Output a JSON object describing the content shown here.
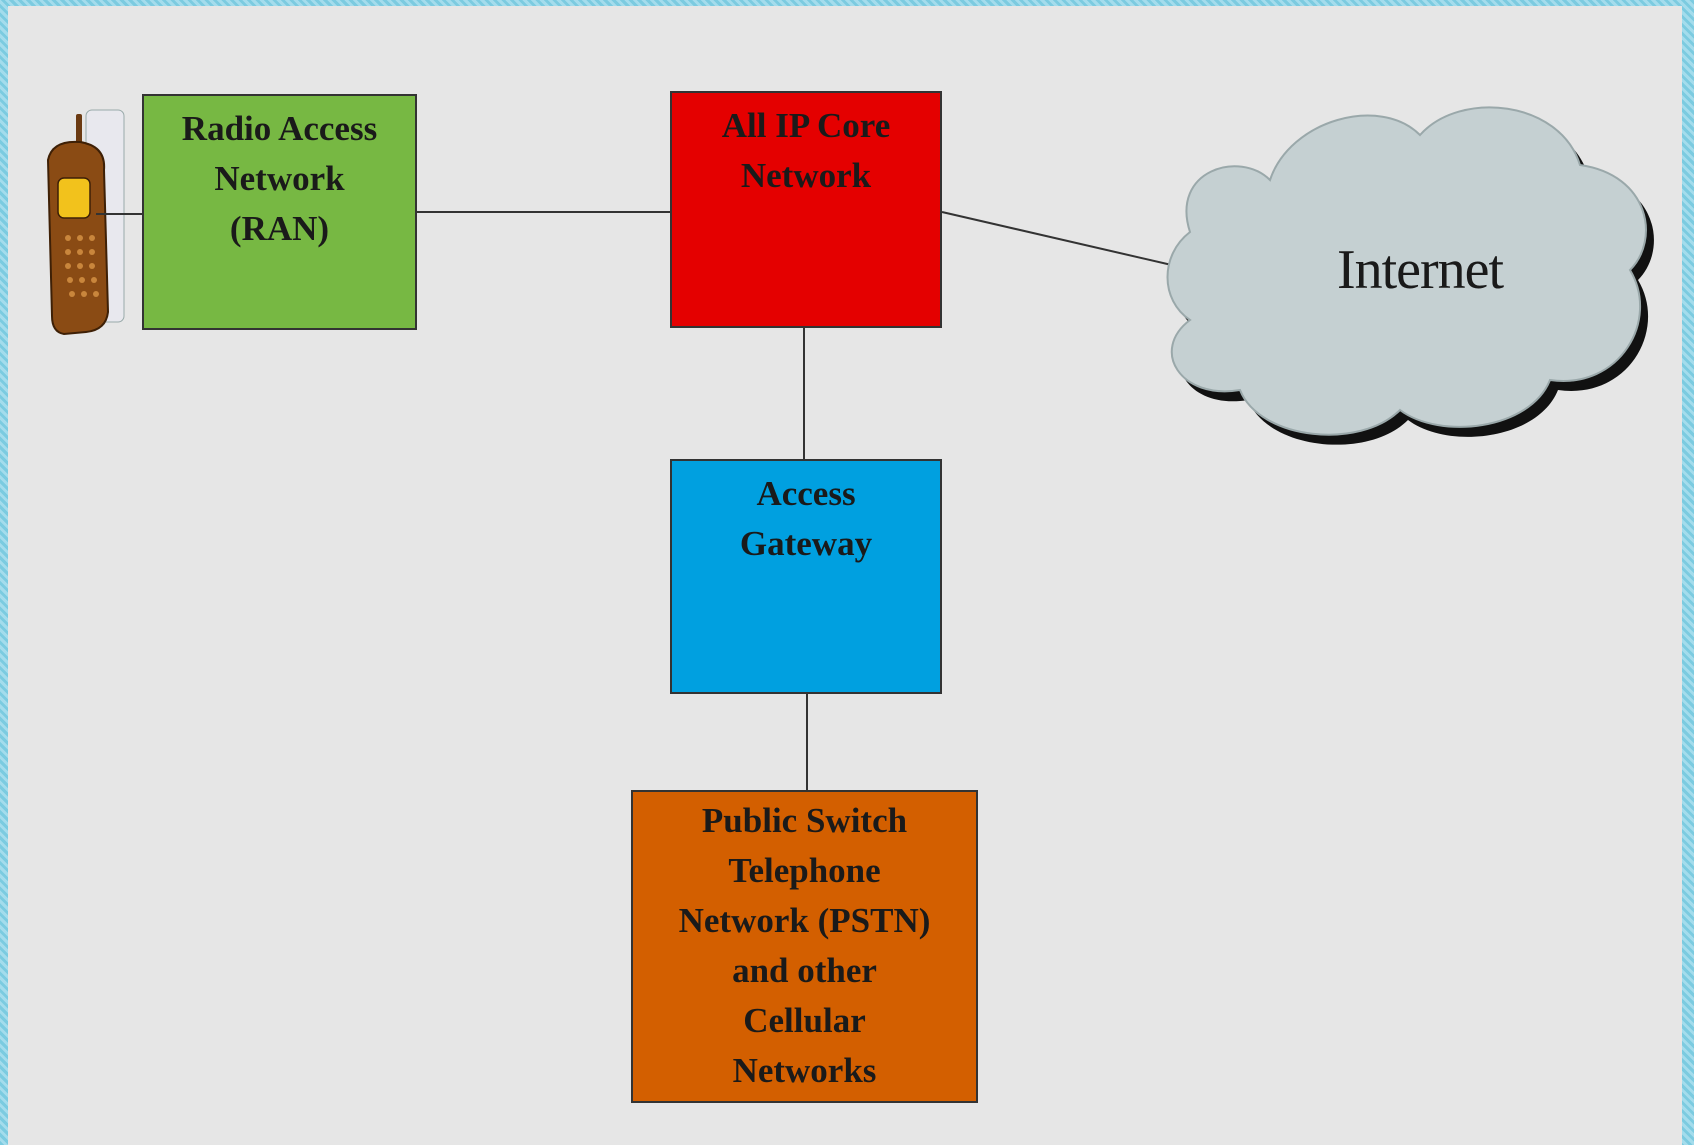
{
  "nodes": {
    "ran": {
      "label": "Radio Access\nNetwork\n(RAN)",
      "color": "#77b843"
    },
    "core": {
      "label": "All IP Core\nNetwork",
      "color": "#e40000"
    },
    "gateway": {
      "label": "Access\nGateway",
      "color": "#00a0e0"
    },
    "pstn": {
      "label": "Public Switch\nTelephone\nNetwork (PSTN)\nand other\nCellular\nNetworks",
      "color": "#d35f00"
    },
    "internet": {
      "label": "Internet",
      "color": "#c5d0d2"
    }
  },
  "icons": {
    "handset": "mobile-phone-icon",
    "cloud": "cloud-icon"
  }
}
